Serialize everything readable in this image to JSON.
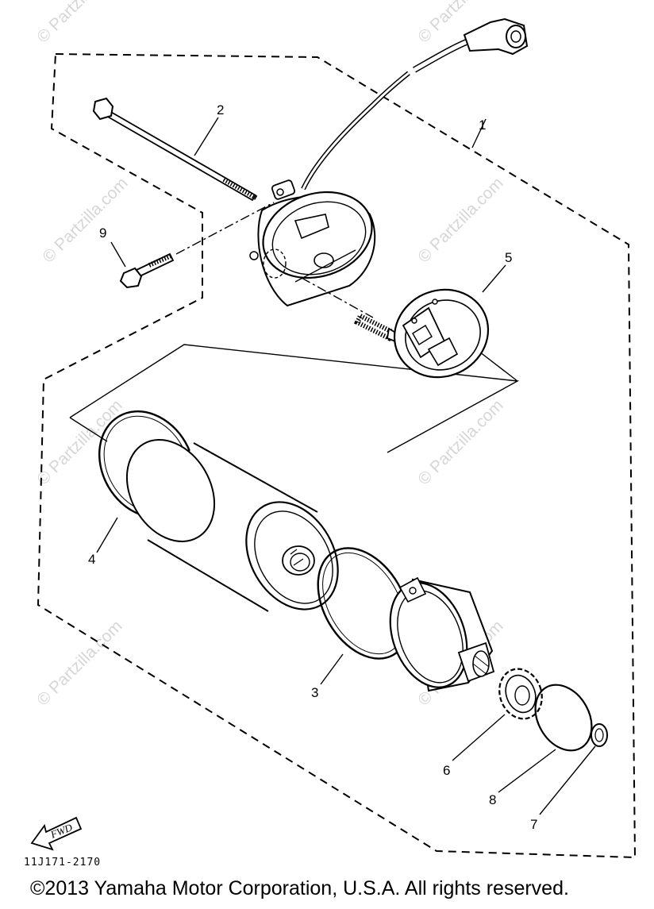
{
  "watermark": "© Partzilla.com",
  "callouts": {
    "p1": "1",
    "p2": "2",
    "p3": "3",
    "p4": "4",
    "p5": "5",
    "p6": "6",
    "p7": "7",
    "p8": "8",
    "p9": "9"
  },
  "fwd_label": "FWD",
  "diagram_code": "11J171-2170",
  "copyright": "©2013 Yamaha Motor Corporation, U.S.A. All rights reserved."
}
